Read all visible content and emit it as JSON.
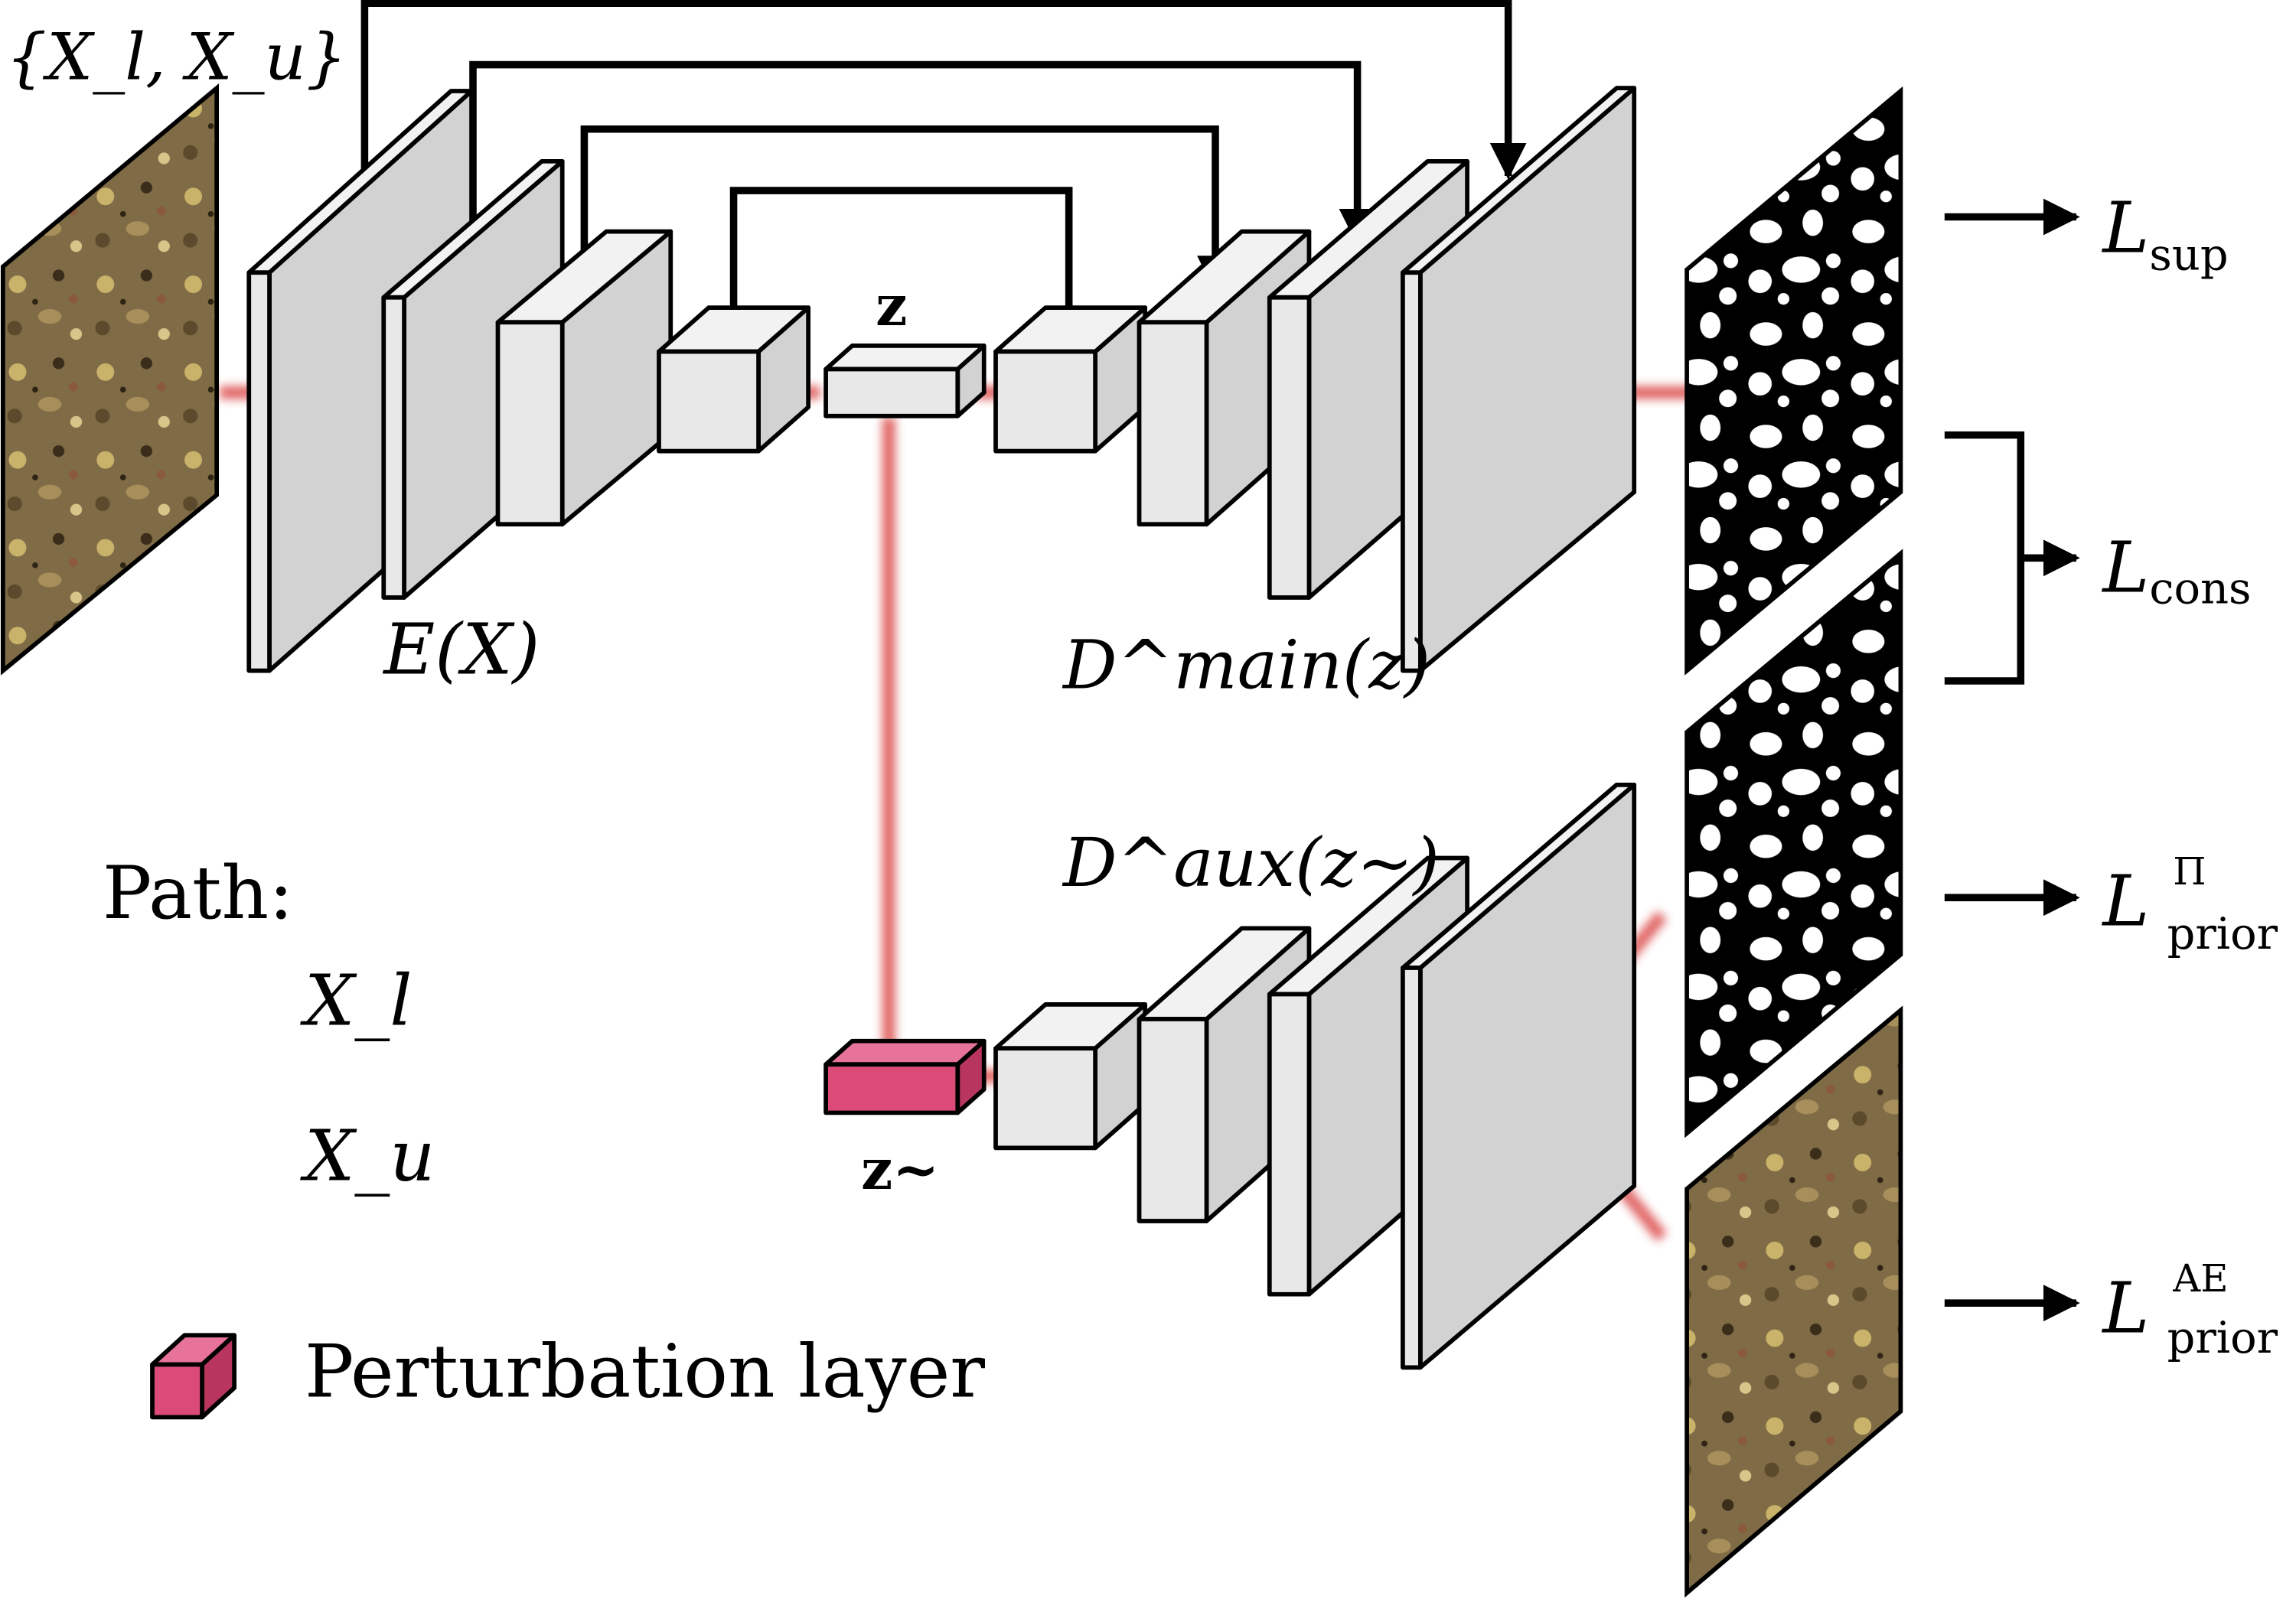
{
  "labels": {
    "input_set": "{X_l, X_u}",
    "encoder": "E(X)",
    "latent": "z",
    "decoder_main": "D^main(z)",
    "decoder_aux": "D^aux(z~)",
    "latent_perturbed": "z~",
    "path_title": "Path:",
    "legend_labeled": "X_l",
    "legend_unlabeled": "X_u",
    "legend_perturbation": "Perturbation layer"
  },
  "losses": {
    "sup": {
      "script": "L",
      "sub": "sup",
      "sup_text": ""
    },
    "cons": {
      "script": "L",
      "sub": "cons",
      "sup_text": ""
    },
    "prior_pi": {
      "script": "L",
      "sub": "prior",
      "sup_text": "Π"
    },
    "prior_ae": {
      "script": "L",
      "sub": "prior",
      "sup_text": "AE"
    }
  },
  "colors": {
    "block_face": "#e8e8e8",
    "block_side": "#d2d2d2",
    "block_top": "#f2f2f2",
    "green_path": "#35b035",
    "red_path": "#dc4c4c",
    "perturbation": "#dc4a78",
    "mask_bg": "#000000",
    "mask_fg": "#ffffff",
    "concrete": "#7f6b45"
  }
}
